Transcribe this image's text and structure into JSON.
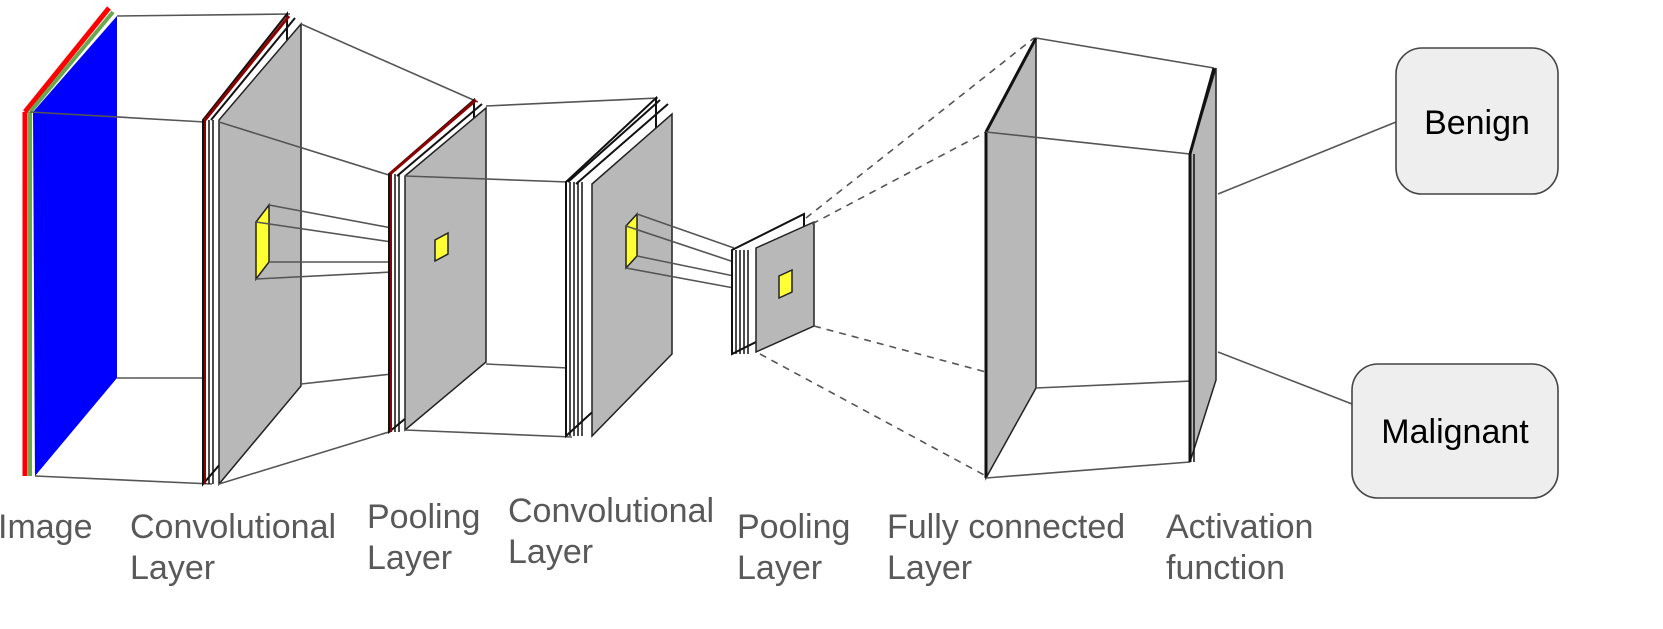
{
  "labels": {
    "image": "Image",
    "conv1": [
      "Convolutional",
      "Layer"
    ],
    "pool1": [
      "Pooling",
      "Layer"
    ],
    "conv2": [
      "Convolutional",
      "Layer"
    ],
    "pool2": [
      "Pooling",
      "Layer"
    ],
    "fc": [
      "Fully connected",
      "Layer"
    ],
    "activation": [
      "Activation",
      "function"
    ]
  },
  "outputs": {
    "benign": "Benign",
    "malignant": "Malignant"
  },
  "colors": {
    "image_face": "#0000ff",
    "image_edge_red": "#ff0000",
    "image_edge_green": "#6aa84f",
    "feature_map": "#b8b8b8",
    "kernel": "#ffff33",
    "output_box": "#eeeeee",
    "label_text": "#595959"
  }
}
